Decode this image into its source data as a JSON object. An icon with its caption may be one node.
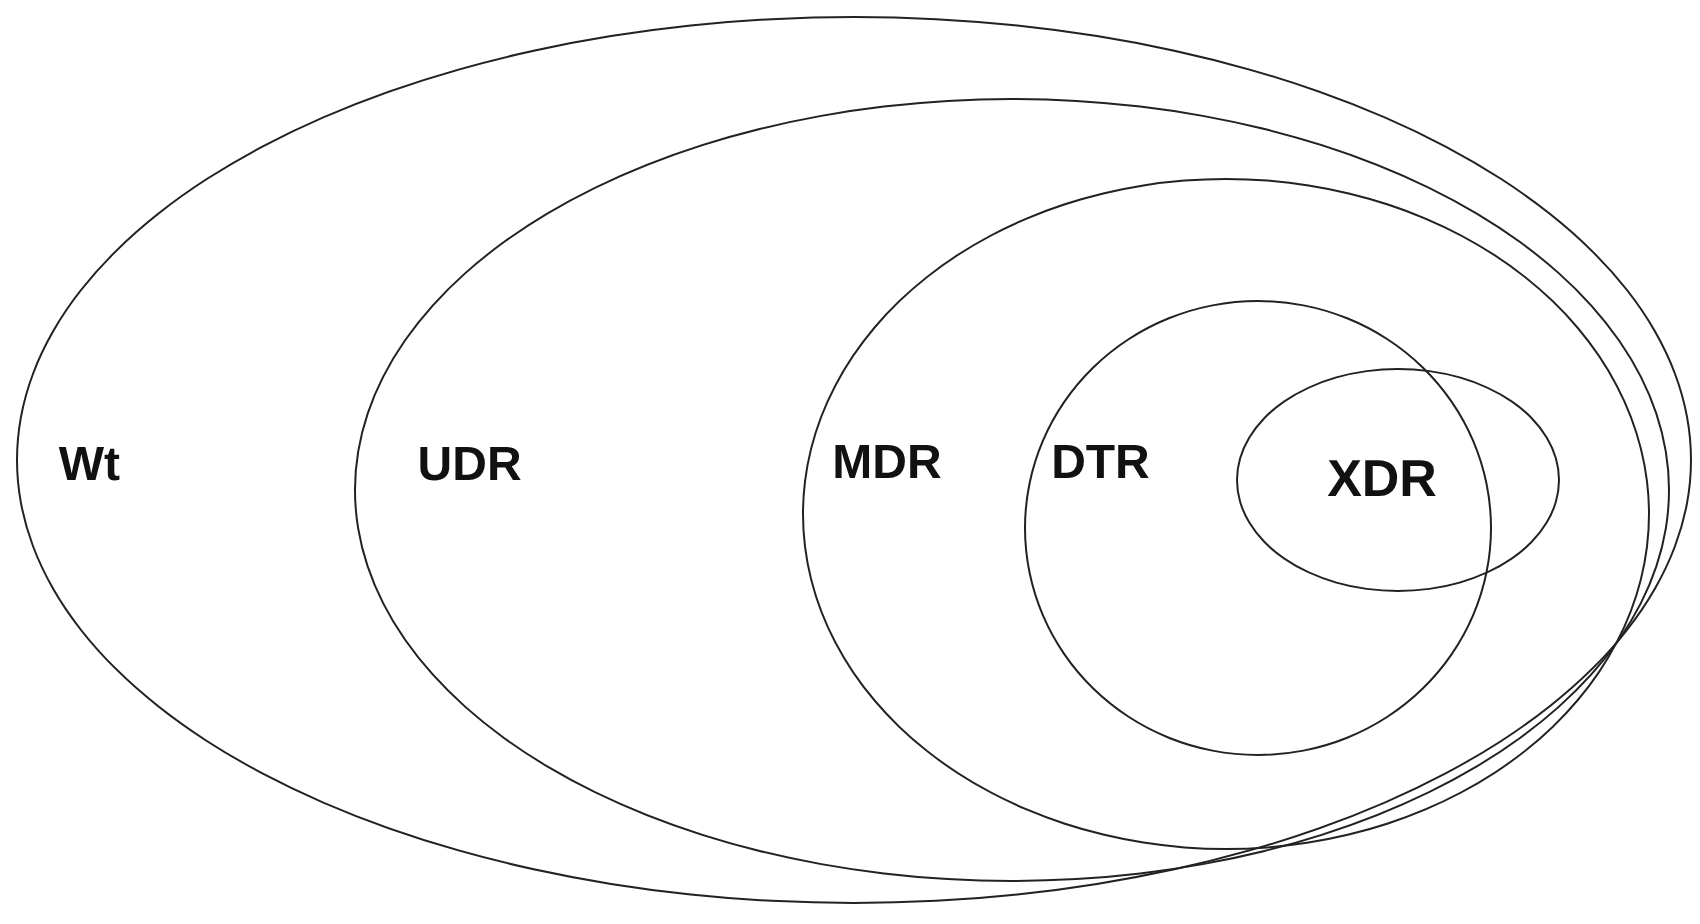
{
  "diagram": {
    "nodes": [
      {
        "text": [
          "Wt"
        ]
      },
      {
        "text": [
          "UDR"
        ],
        "in": 0
      },
      {
        "text": [
          "MDR"
        ],
        "in": 1
      },
      {
        "text": [
          "DTR"
        ],
        "in": 2
      },
      {
        "text": [
          "XDR"
        ],
        "in": 2
      }
    ]
  }
}
